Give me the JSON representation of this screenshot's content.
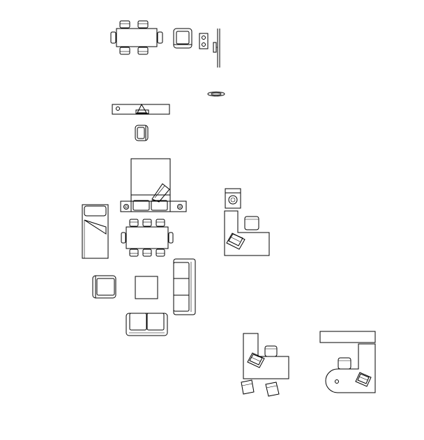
{
  "drawing": {
    "background": "#ffffff",
    "line_color": "#000000",
    "blocks": [
      {
        "name": "dining-set-six-seat"
      },
      {
        "name": "armchair-top-view"
      },
      {
        "name": "wall-speaker"
      },
      {
        "name": "wall-mounted-tv"
      },
      {
        "name": "ceiling-light"
      },
      {
        "name": "tv-console"
      },
      {
        "name": "small-armchair"
      },
      {
        "name": "double-bed-with-nightstands"
      },
      {
        "name": "washer-dryer"
      },
      {
        "name": "l-shaped-desk"
      },
      {
        "name": "single-bed"
      },
      {
        "name": "dining-set-eight-seat"
      },
      {
        "name": "three-seat-sofa"
      },
      {
        "name": "lounge-chair"
      },
      {
        "name": "coffee-table"
      },
      {
        "name": "two-seat-sofa"
      },
      {
        "name": "office-desk-with-visitor-chairs"
      },
      {
        "name": "curved-executive-desk"
      }
    ]
  }
}
